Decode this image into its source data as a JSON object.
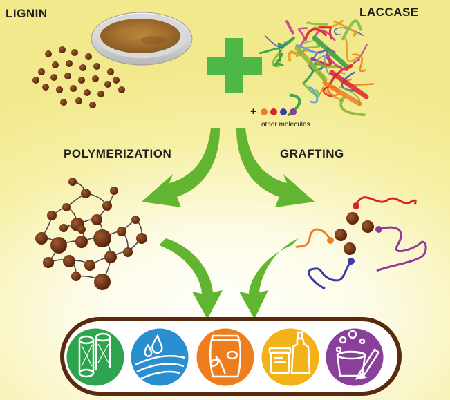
{
  "labels": {
    "lignin": "LIGNIN",
    "laccase": "LACCASE",
    "polymerization": "POLYMERIZATION",
    "grafting": "GRAFTING",
    "other_molecules": "other molecules",
    "plus_small": "+"
  },
  "colors": {
    "lignin_brown": "#6b2d10",
    "arrow_green": "#62b530",
    "plus_green": "#4db848",
    "capsule_border": "#5a2a0e",
    "icon_green": "#2fa44f",
    "icon_blue": "#2a8fd1",
    "icon_orange": "#ee7d1e",
    "icon_yellow": "#f2b318",
    "icon_purple": "#8a3f9a",
    "graft_red": "#d9232a",
    "graft_orange": "#f07d23",
    "graft_blue": "#3b3aa6",
    "graft_purple": "#8e3b9a"
  },
  "application_icons": [
    {
      "name": "fiber-bundle-icon",
      "color": "#2fa44f"
    },
    {
      "name": "water-drop-icon",
      "color": "#2a8fd1"
    },
    {
      "name": "fertilizer-bag-icon",
      "color": "#ee7d1e"
    },
    {
      "name": "adhesive-bottles-icon",
      "color": "#f2b318"
    },
    {
      "name": "paint-bucket-icon",
      "color": "#8a3f9a"
    }
  ]
}
